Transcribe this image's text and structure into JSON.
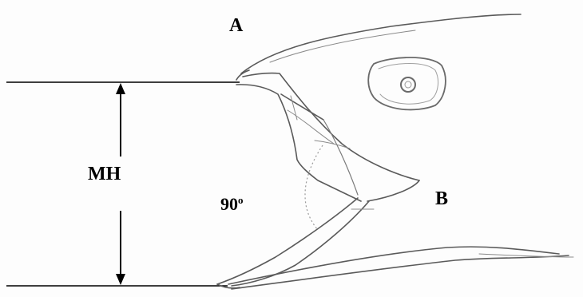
{
  "labels": {
    "point_a": "A",
    "point_b": "B",
    "mouth_height": "MH",
    "angle_value": "90",
    "angle_unit": "o"
  },
  "colors": {
    "ink": "#000000",
    "pencil": "#5a5a5a",
    "pencil_light": "#9a9a9a",
    "background": "#fdfdfd"
  }
}
